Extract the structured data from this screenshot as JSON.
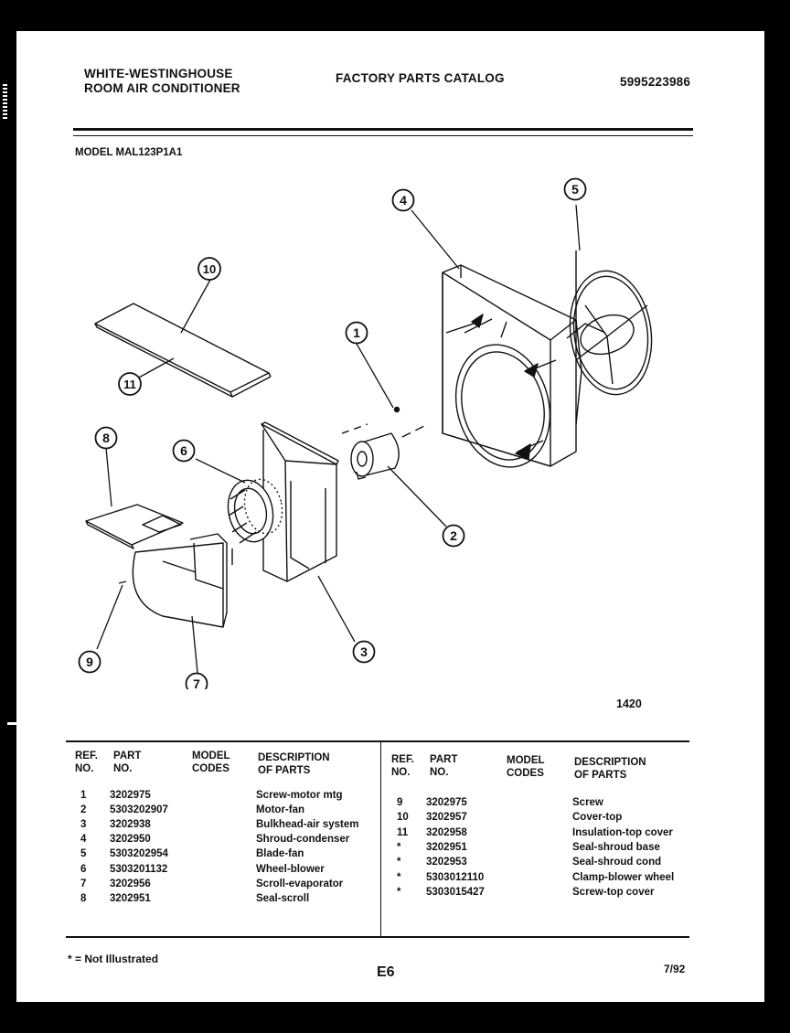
{
  "header": {
    "brand_line1": "WHITE-WESTINGHOUSE",
    "brand_line2": "ROOM AIR CONDITIONER",
    "catalog_title": "FACTORY PARTS CATALOG",
    "catalog_number": "5995223986"
  },
  "model": "MODEL MAL123P1A1",
  "diagram": {
    "callouts": [
      "1",
      "2",
      "3",
      "4",
      "5",
      "6",
      "7",
      "8",
      "9",
      "10",
      "11"
    ],
    "figure_number": "1420"
  },
  "table": {
    "headers": {
      "ref_1": "REF.",
      "ref_2": "NO.",
      "part_1": "PART",
      "part_2": "NO.",
      "model_1": "MODEL",
      "model_2": "CODES",
      "desc_1": "DESCRIPTION",
      "desc_2": "OF PARTS"
    },
    "left_rows": [
      {
        "ref": "1",
        "part": "3202975",
        "desc": "Screw-motor mtg"
      },
      {
        "ref": "2",
        "part": "5303202907",
        "desc": "Motor-fan"
      },
      {
        "ref": "3",
        "part": "3202938",
        "desc": "Bulkhead-air system"
      },
      {
        "ref": "4",
        "part": "3202950",
        "desc": "Shroud-condenser"
      },
      {
        "ref": "5",
        "part": "5303202954",
        "desc": "Blade-fan"
      },
      {
        "ref": "6",
        "part": "5303201132",
        "desc": "Wheel-blower"
      },
      {
        "ref": "7",
        "part": "3202956",
        "desc": "Scroll-evaporator"
      },
      {
        "ref": "8",
        "part": "3202951",
        "desc": "Seal-scroll"
      }
    ],
    "right_rows": [
      {
        "ref": "9",
        "part": "3202975",
        "desc": "Screw"
      },
      {
        "ref": "10",
        "part": "3202957",
        "desc": "Cover-top"
      },
      {
        "ref": "11",
        "part": "3202958",
        "desc": "Insulation-top cover"
      },
      {
        "ref": "*",
        "part": "3202951",
        "desc": "Seal-shroud base"
      },
      {
        "ref": "*",
        "part": "3202953",
        "desc": "Seal-shroud cond"
      },
      {
        "ref": "*",
        "part": "5303012110",
        "desc": "Clamp-blower wheel"
      },
      {
        "ref": "*",
        "part": "5303015427",
        "desc": "Screw-top cover"
      }
    ]
  },
  "footer": {
    "note": "* = Not Illustrated",
    "page": "E6",
    "date": "7/92"
  }
}
